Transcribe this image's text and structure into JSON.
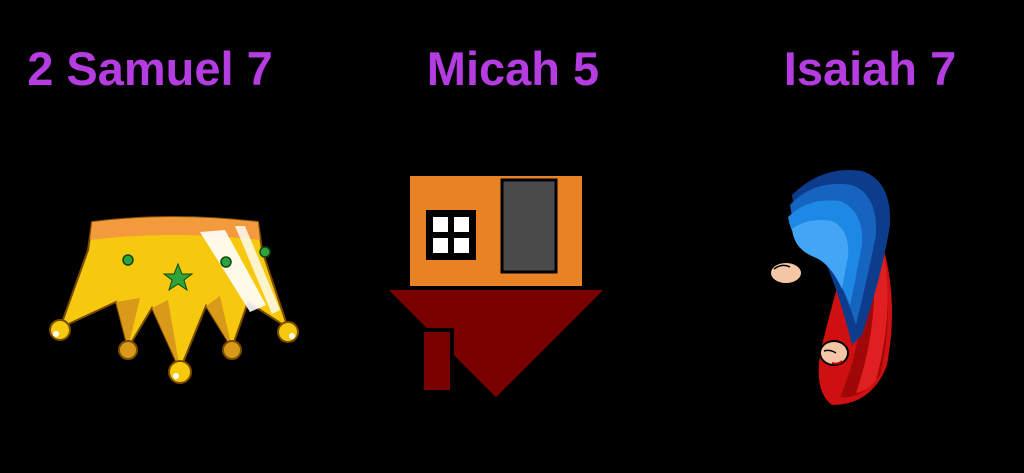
{
  "references": [
    {
      "title": "2 Samuel 7",
      "icon": "crown-icon"
    },
    {
      "title": "Micah 5",
      "icon": "house-icon"
    },
    {
      "title": "Isaiah 7",
      "icon": "mother-child-icon"
    }
  ],
  "colors": {
    "background": "#000000",
    "title": "#B43CE0",
    "crown_gold": "#F6C90E",
    "crown_dark_gold": "#D99A1A",
    "crown_band": "#F39A3C",
    "gem_green": "#2FA33B",
    "house_orange": "#E88224",
    "house_roof": "#7A0000",
    "robe_blue": "#1565C0",
    "robe_red": "#D01010"
  }
}
